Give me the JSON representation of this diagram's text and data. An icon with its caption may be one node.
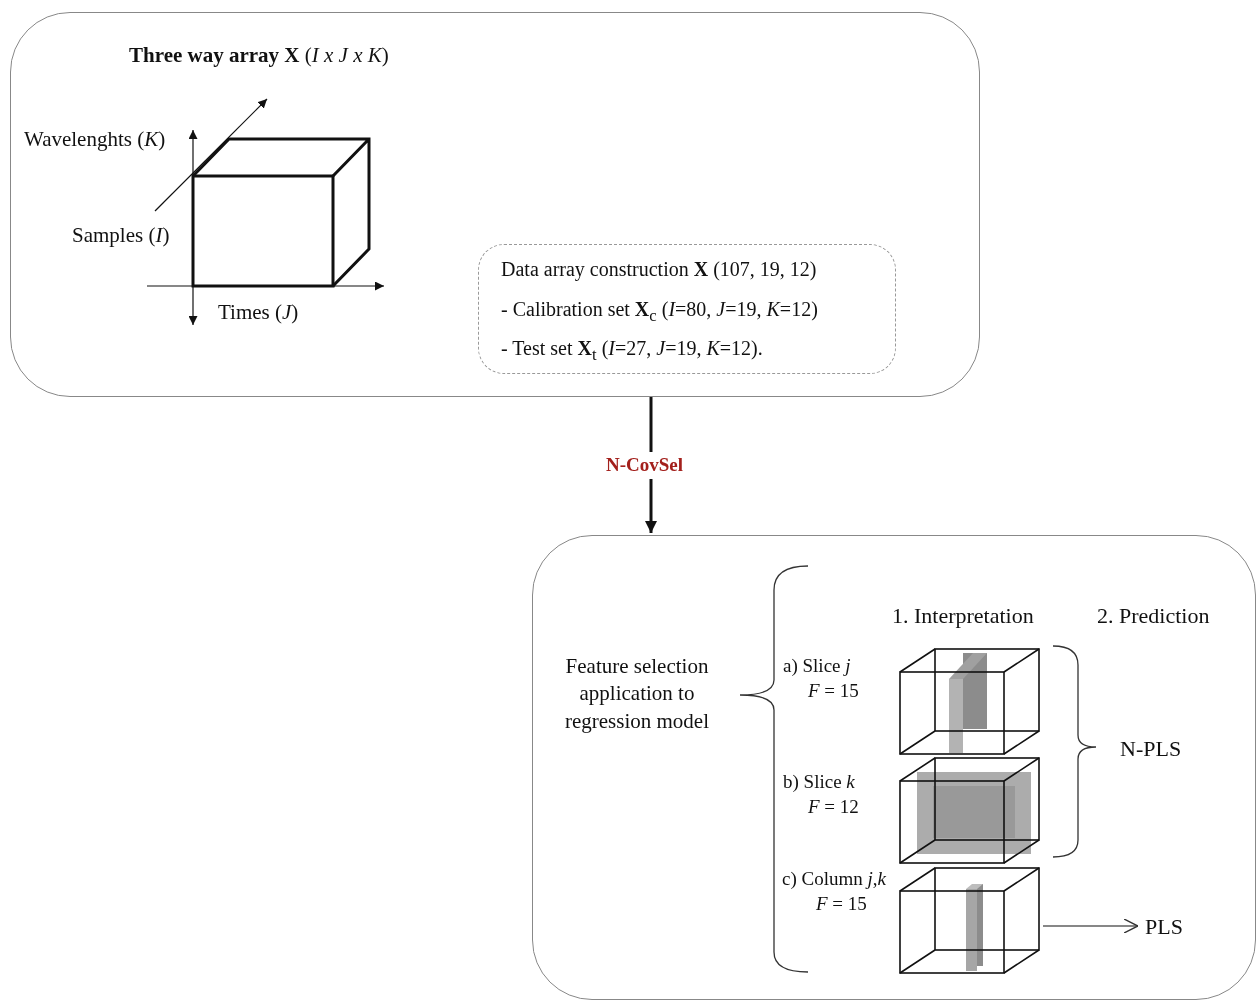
{
  "diagram": {
    "nodes": [
      {
        "text": [
          "**Three way array X** (*I x J x K*)"
        ]
      },
      {
        "text": [
          "Data array construction **X** (107, 19, 12)",
          "- Calibration set **X**$_{c}$ (*I*=80, *J*=19, *K*=12)",
          "- Test set **X**$_{t}$ (*I*=27, *J*=19, *K*=12)."
        ],
        "in": 0
      },
      {
        "text": [],
        "shape": "box"
      },
      {
        "text": [],
        "shape": "picture",
        "in": 2,
        "beside": [
          "a) Slice *j*",
          "*F* = 15"
        ]
      },
      {
        "text": [],
        "shape": "picture",
        "in": 2,
        "beside": [
          "b) Slice *k*",
          "*F* = 12"
        ]
      },
      {
        "text": [],
        "shape": "picture",
        "in": 2,
        "beside": [
          "c) Column *j*,*k*",
          "*F* = 15"
        ]
      },
      {
        "text": [
          "PLS"
        ],
        "in": 2
      }
    ],
    "edges": [
      {
        "from": 0,
        "to": 2,
        "arrow": "to",
        "label": "N-CovSel"
      },
      {
        "from": 5,
        "to": 6,
        "arrow": "to"
      }
    ],
    "labels": [
      "Wavelenghts (*K*)",
      "Samples (*I*)",
      "Times (*J*)",
      "1. Interpretation",
      "2. Prediction",
      "Feature selection application to regression model",
      "N-PLS"
    ]
  }
}
